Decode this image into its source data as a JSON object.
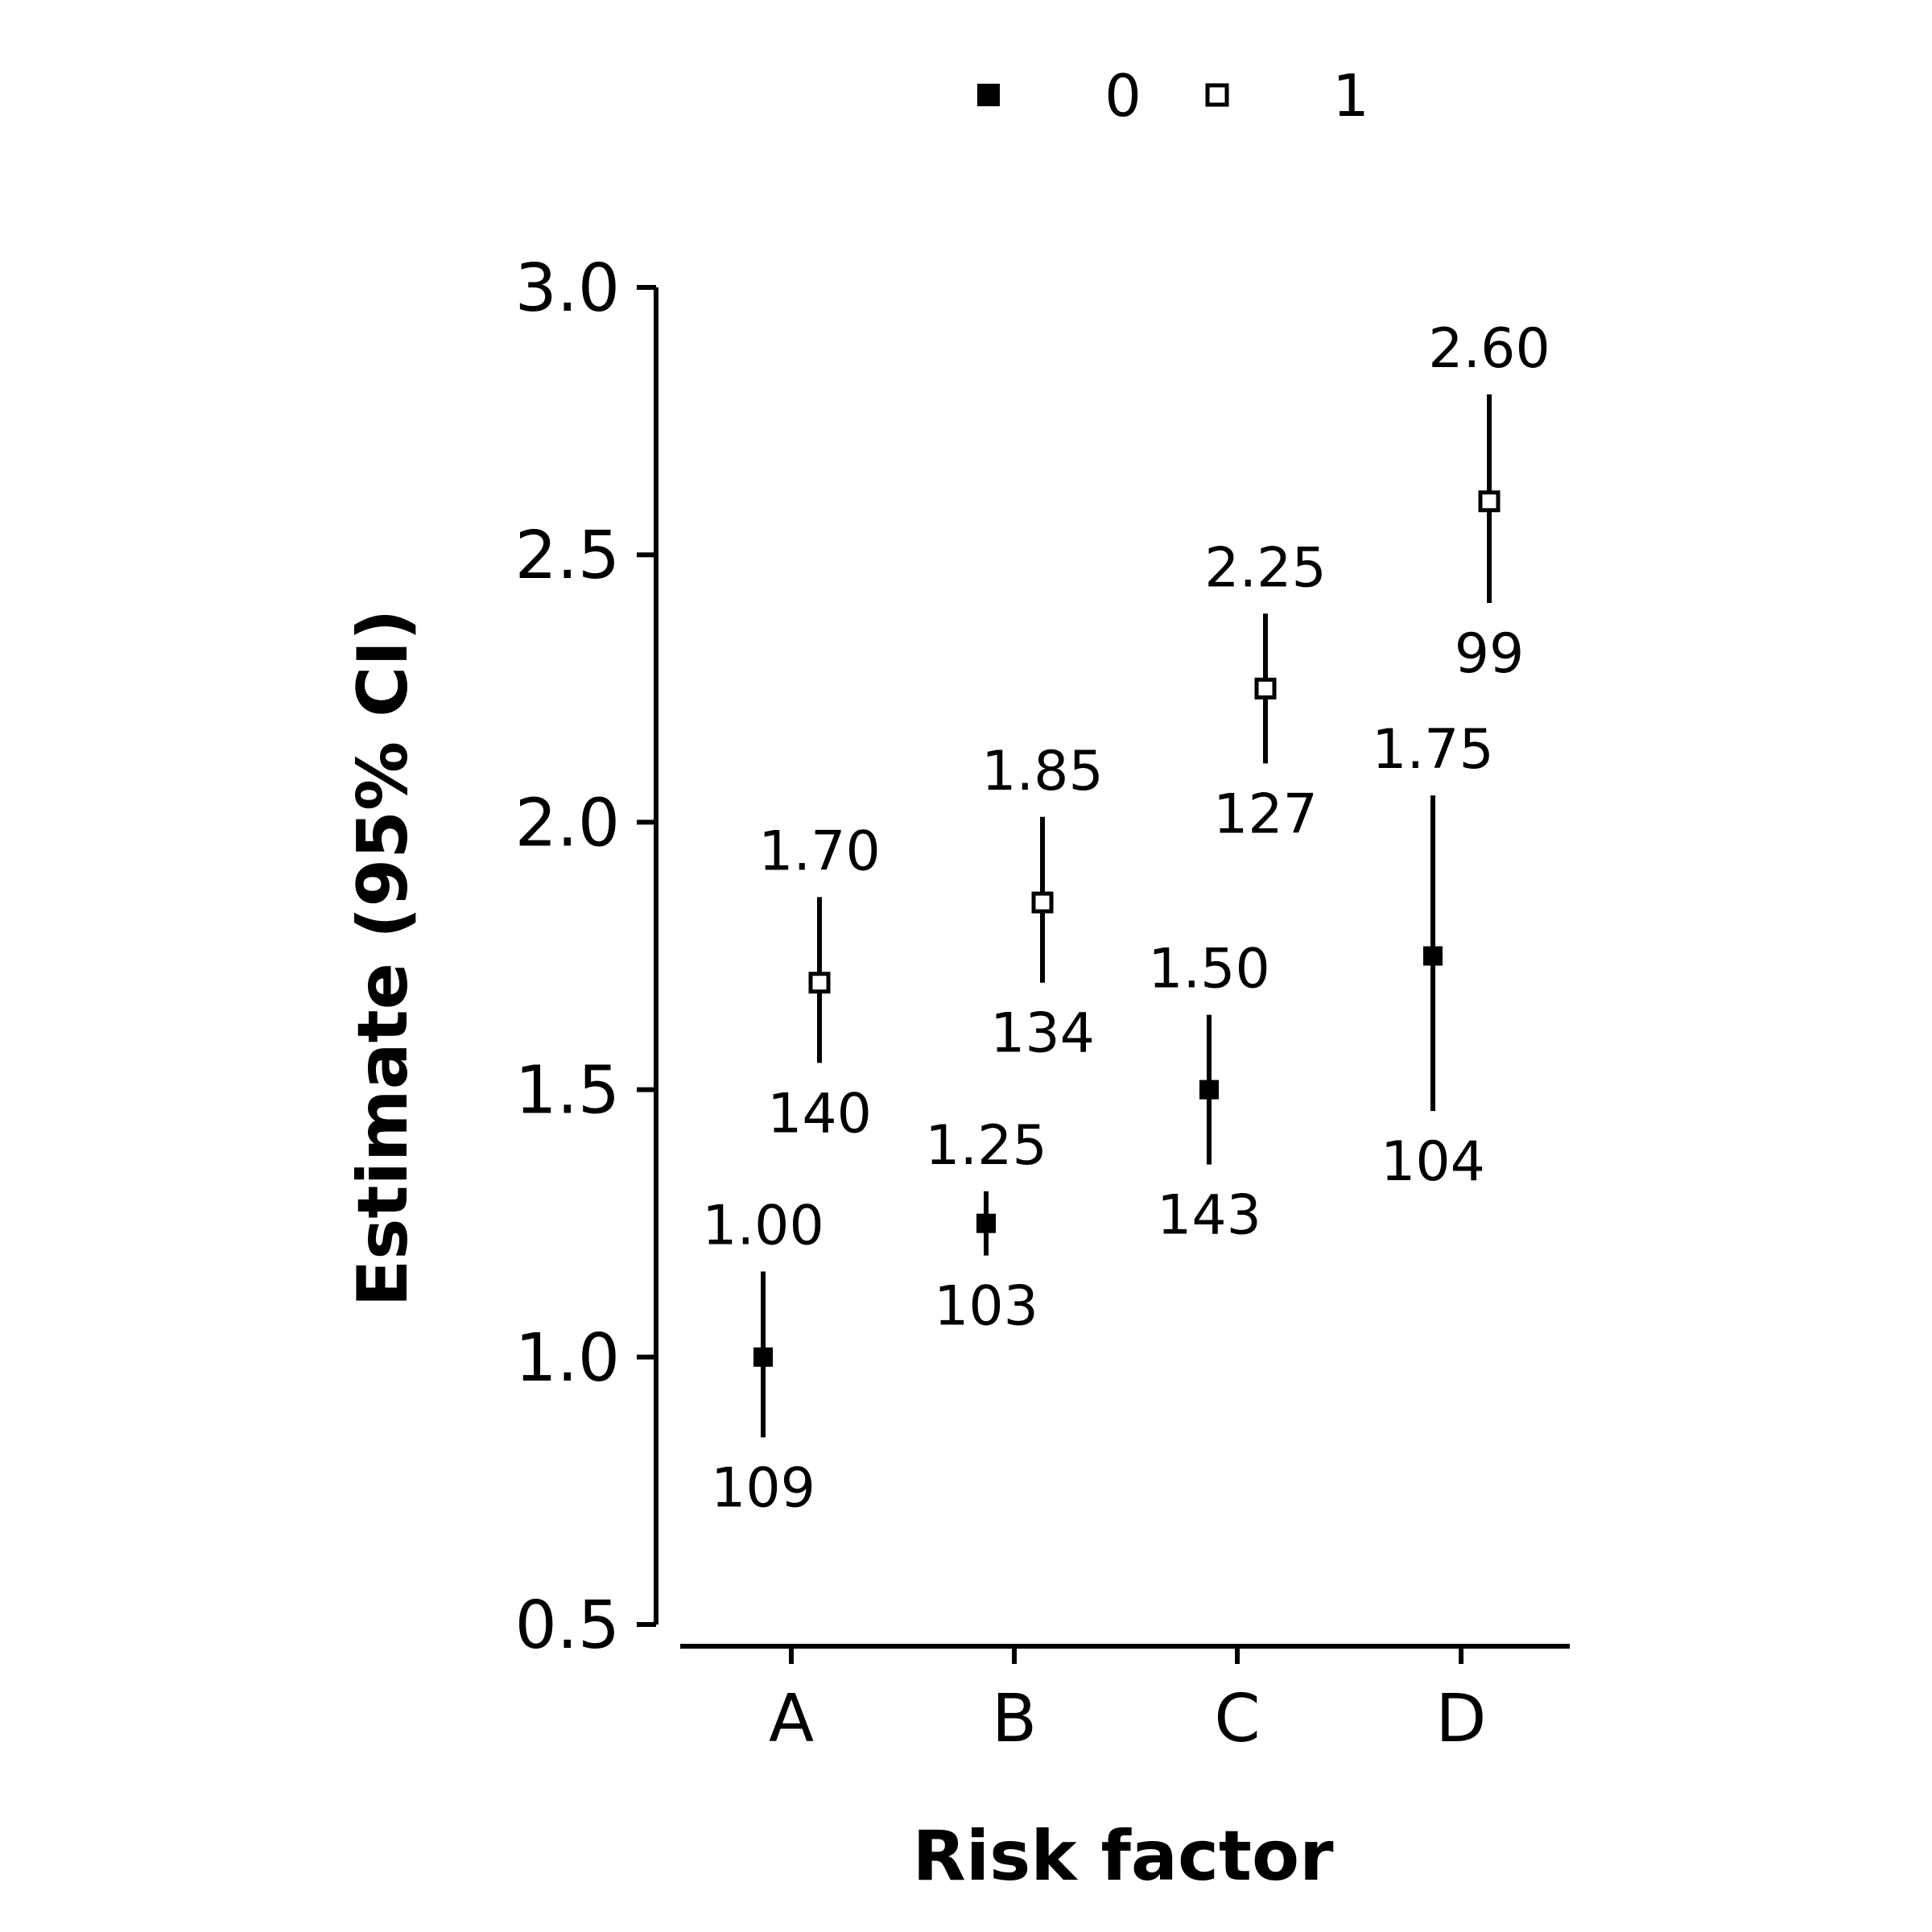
{
  "chart_data": {
    "type": "scatter",
    "xlabel": "Risk factor",
    "ylabel": "Estimate (95% CI)",
    "ylim": [
      0.5,
      3.0
    ],
    "yticks": [
      "0.5",
      "1.0",
      "1.5",
      "2.0",
      "2.5",
      "3.0"
    ],
    "categories": [
      "A",
      "B",
      "C",
      "D"
    ],
    "legend": {
      "placement": "top",
      "entries": [
        "0",
        "1"
      ]
    },
    "series": [
      {
        "name": "0",
        "marker": "filled-square",
        "points": [
          {
            "category": "A",
            "estimate": 1.0,
            "lower": 0.85,
            "upper": 1.16,
            "label": "1.00",
            "n": "109"
          },
          {
            "category": "B",
            "estimate": 1.25,
            "lower": 1.19,
            "upper": 1.31,
            "label": "1.25",
            "n": "103"
          },
          {
            "category": "C",
            "estimate": 1.5,
            "lower": 1.36,
            "upper": 1.64,
            "label": "1.50",
            "n": "143"
          },
          {
            "category": "D",
            "estimate": 1.75,
            "lower": 1.46,
            "upper": 2.05,
            "label": "1.75",
            "n": "104"
          }
        ]
      },
      {
        "name": "1",
        "marker": "open-square",
        "points": [
          {
            "category": "A",
            "estimate": 1.7,
            "lower": 1.55,
            "upper": 1.86,
            "label": "1.70",
            "n": "140"
          },
          {
            "category": "B",
            "estimate": 1.85,
            "lower": 1.7,
            "upper": 2.01,
            "label": "1.85",
            "n": "134"
          },
          {
            "category": "C",
            "estimate": 2.25,
            "lower": 2.11,
            "upper": 2.39,
            "label": "2.25",
            "n": "127"
          },
          {
            "category": "D",
            "estimate": 2.6,
            "lower": 2.41,
            "upper": 2.8,
            "label": "2.60",
            "n": "99"
          }
        ]
      }
    ]
  }
}
